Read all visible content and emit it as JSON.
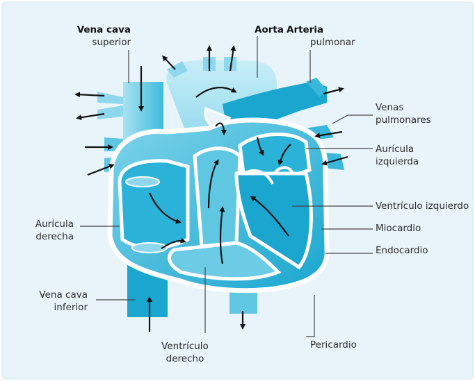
{
  "colors": {
    "background": "#e9f5fb",
    "heart_light": "#aee4f2",
    "heart_mid": "#5fc7e2",
    "heart_dark": "#18a8cf",
    "wall": "#ffffff",
    "leader": "#444444",
    "arrow": "#111111"
  },
  "labels": {
    "vena_cava_superior_1": "Vena cava",
    "vena_cava_superior_2": "superior",
    "aorta": "Aorta",
    "arteria_pulmonar_1": "Arteria",
    "arteria_pulmonar_2": "pulmonar",
    "venas_pulmonares_1": "Venas",
    "venas_pulmonares_2": "pulmonares",
    "auricula_izquierda_1": "Aurícula",
    "auricula_izquierda_2": "izquierda",
    "ventriculo_izquierdo": "Ventrículo izquierdo",
    "miocardio": "Miocardio",
    "endocardio": "Endocardio",
    "pericardio": "Pericardio",
    "ventriculo_derecho_1": "Ventrículo",
    "ventriculo_derecho_2": "derecho",
    "vena_cava_inferior_1": "Vena cava",
    "vena_cava_inferior_2": "inferior",
    "auricula_derecha_1": "Aurícula",
    "auricula_derecha_2": "derecha"
  },
  "icons": {
    "flow_arrows": "blood-flow-arrow-icon"
  }
}
